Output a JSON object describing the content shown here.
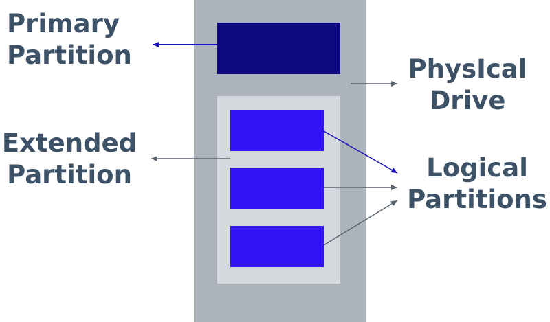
{
  "colors": {
    "drive": "#adb3bb",
    "extended": "#d5d9de",
    "primary": "#0e0880",
    "logical": "#3214f4",
    "label": "#3d5266",
    "arrow_gray": "#5a6470",
    "arrow_blue": "#1a14b8"
  },
  "labels": {
    "primary_partition": [
      "Primary",
      "Partition"
    ],
    "extended_partition": [
      "Extended",
      "Partition"
    ],
    "physical_drive": [
      "PhysIcal",
      "Drive"
    ],
    "logical_partitions": [
      "Logical",
      "Partitions"
    ]
  }
}
